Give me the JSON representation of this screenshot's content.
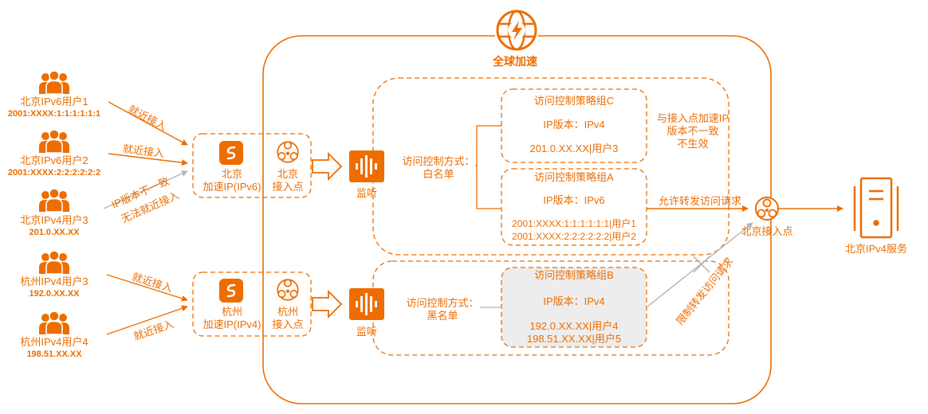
{
  "global": {
    "title": "全球加速"
  },
  "users": [
    {
      "name": "北京IPv6用户1",
      "ip": "2001:XXXX:1:1:1:1:1:1",
      "arrow_label": "就近接入"
    },
    {
      "name": "北京IPv6用户2",
      "ip": "2001:XXXX:2:2:2:2:2:2",
      "arrow_label": "就近接入"
    },
    {
      "name": "北京IPv4用户3",
      "ip": "201.0.XX.XX",
      "arrow_label_1": "IP版本不一致",
      "arrow_label_2": "无法就近接入"
    },
    {
      "name": "杭州IPv4用户3",
      "ip": "192.0.XX.XX",
      "arrow_label": "就近接入"
    },
    {
      "name": "杭州IPv4用户4",
      "ip": "198.51.XX.XX",
      "arrow_label": "就近接入"
    }
  ],
  "beijing": {
    "accel_ip_line1": "北京",
    "accel_ip_line2": "加速IP(IPv6)",
    "access_point_line1": "北京",
    "access_point_line2": "接入点",
    "listener": "监听",
    "acl_mode_line1": "访问控制方式：",
    "acl_mode_line2": "白名单"
  },
  "hangzhou": {
    "accel_ip_line1": "杭州",
    "accel_ip_line2": "加速IP(IPv4)",
    "access_point_line1": "杭州",
    "access_point_line2": "接入点",
    "listener": "监听",
    "acl_mode_line1": "访问控制方式：",
    "acl_mode_line2": "黑名单"
  },
  "policy_c": {
    "title": "访问控制策略组C",
    "version": "IP版本：IPv4",
    "entry1": "201.0.XX.XX|用户3"
  },
  "policy_a": {
    "title": "访问控制策略组A",
    "version": "IP版本：IPv6",
    "entry1": "2001:XXXX:1:1:1:1:1:1|用户1",
    "entry2": "2001:XXXX:2:2:2:2:2:2|用户2"
  },
  "policy_b": {
    "title": "访问控制策略组B",
    "version": "IP版本：IPv4",
    "entry1": "192.0.XX.XX|用户4",
    "entry2": "198.51.XX.XX|用户5"
  },
  "notes": {
    "mismatch_line1": "与接入点加速IP",
    "mismatch_line2": "版本不一致",
    "mismatch_line3": "不生效",
    "allow": "允许转发访问请求",
    "deny": "限制转发访问请求"
  },
  "exit": {
    "access_point": "北京接入点",
    "service": "北京IPv4服务"
  },
  "colors": {
    "accent": "#ED6D00",
    "text": "#222222",
    "gray_arrow": "#B4B4B4",
    "gray_fill": "#EDEDED"
  }
}
